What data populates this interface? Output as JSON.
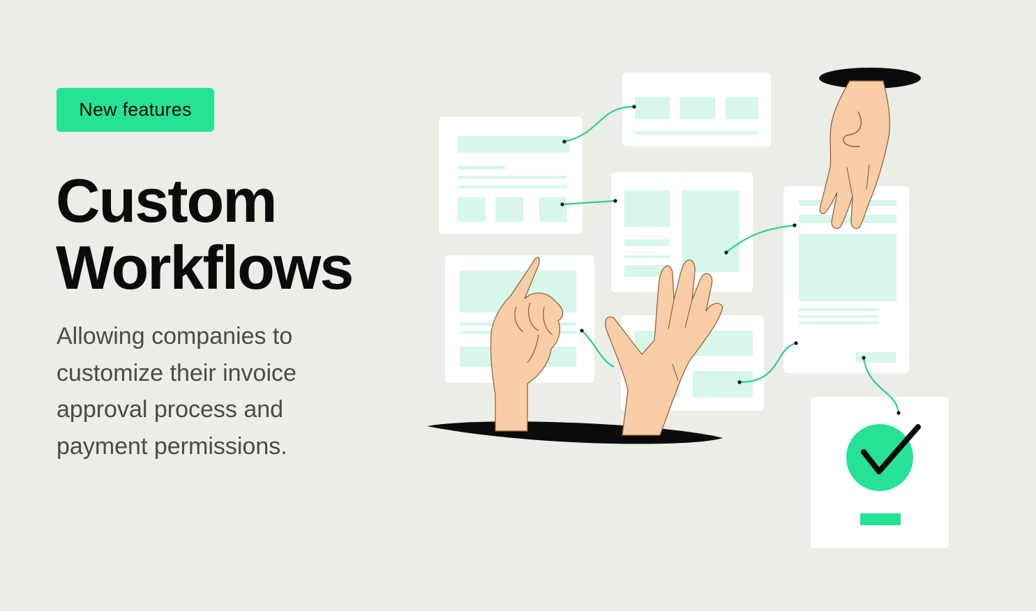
{
  "badge": {
    "label": "New features"
  },
  "heading": {
    "line1": "Custom",
    "line2": "Workflows"
  },
  "description": {
    "lines": [
      "Allowing companies to",
      "customize their invoice",
      "approval process and",
      "payment permissions."
    ]
  },
  "illustration": {
    "icons": [
      "workflow-card",
      "connector-line",
      "hand",
      "check-circle-icon"
    ]
  },
  "colors": {
    "background": "#ebede7",
    "accent": "#26e296",
    "card": "#ffffff",
    "placeholder": "#d6f7ea",
    "skin": "#f9cda5",
    "text": "#0b0b0b",
    "muted": "#4a4a4a"
  }
}
